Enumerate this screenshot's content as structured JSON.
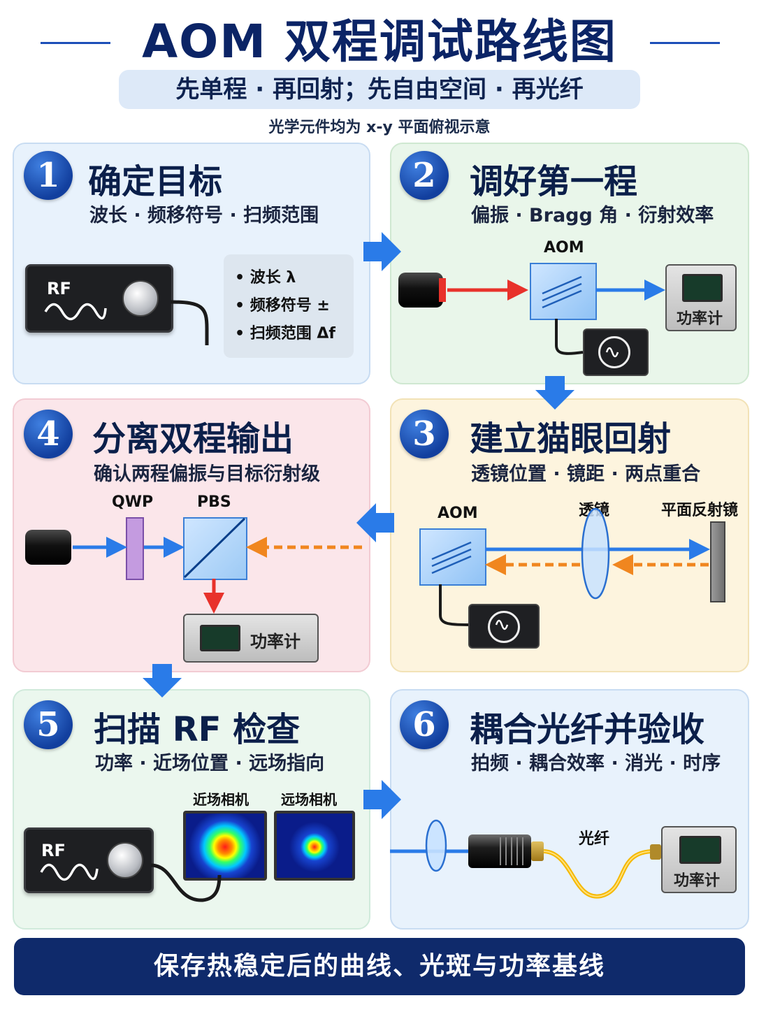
{
  "header": {
    "title": "AOM 双程调试路线图",
    "subtitle": "先单程 · 再回射；先自由空间 · 再光纤",
    "note": "光学元件均为 x-y 平面俯视示意"
  },
  "steps": [
    {
      "number": "1",
      "title": "确定目标",
      "subtitle": "波长 · 频移符号 · 扫频范围",
      "device_label": "RF",
      "bullets": [
        "波长  λ",
        "频移符号  ±",
        "扫频范围  Δf"
      ]
    },
    {
      "number": "2",
      "title": "调好第一程",
      "subtitle": "偏振 · Bragg 角 · 衍射效率",
      "aom_label": "AOM",
      "meter_label": "功率计"
    },
    {
      "number": "3",
      "title": "建立猫眼回射",
      "subtitle": "透镜位置 · 镜距 · 两点重合",
      "aom_label": "AOM",
      "lens_label": "透镜",
      "mirror_label": "平面反射镜"
    },
    {
      "number": "4",
      "title": "分离双程输出",
      "subtitle": "确认两程偏振与目标衍射级",
      "qwp_label": "QWP",
      "pbs_label": "PBS",
      "meter_label": "功率计"
    },
    {
      "number": "5",
      "title": "扫描 RF 检查",
      "subtitle": "功率 · 近场位置 · 远场指向",
      "device_label": "RF",
      "near_cam_label": "近场相机",
      "far_cam_label": "远场相机"
    },
    {
      "number": "6",
      "title": "耦合光纤并验收",
      "subtitle": "拍频 · 耦合效率 · 消光 · 时序",
      "fiber_label": "光纤",
      "meter_label": "功率计"
    }
  ],
  "footer": "保存热稳定后的曲线、光斑与功率基线",
  "colors": {
    "accent": "#123f9e",
    "arrow": "#2a7be8",
    "beam_red": "#e8322b",
    "beam_blue": "#2a7be8",
    "beam_return": "#f0861f",
    "footer_bg": "#0f2a6b"
  }
}
